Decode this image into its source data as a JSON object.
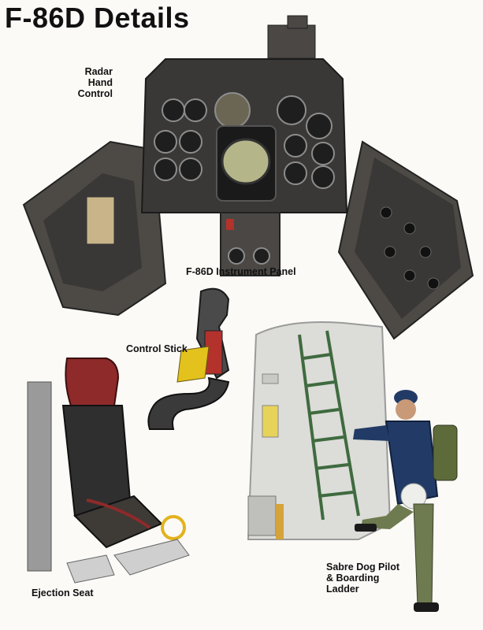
{
  "title": "F-86D Details",
  "labels": {
    "radar_hand_control": "Radar\nHand\nControl",
    "instrument_panel": "F-86D Instrument Panel",
    "control_stick": "Control Stick",
    "ejection_seat": "Ejection Seat",
    "pilot_ladder": "Sabre Dog Pilot\n& Boarding\nLadder"
  },
  "colors": {
    "background": "#fbfaf7",
    "panel_dark": "#3a3836",
    "panel_mid": "#5a5753",
    "instrument_face": "#1e1e1e",
    "seat_red": "#8e2a2a",
    "flight_suit": "#223b66",
    "aircraft_skin": "#d9d9d6",
    "ladder_green": "#3f6b3f",
    "accent_yellow": "#e3c21d"
  }
}
